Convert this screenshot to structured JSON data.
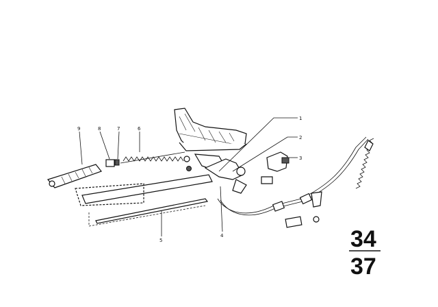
{
  "callouts": [
    {
      "id": "c1",
      "label": "1"
    },
    {
      "id": "c2",
      "label": "2"
    },
    {
      "id": "c3",
      "label": "3"
    },
    {
      "id": "c4",
      "label": "4"
    },
    {
      "id": "c5",
      "label": "5"
    },
    {
      "id": "c6",
      "label": "6"
    },
    {
      "id": "c7",
      "label": "7"
    },
    {
      "id": "c8",
      "label": "8"
    },
    {
      "id": "c9",
      "label": "9"
    }
  ],
  "reference": {
    "top": "34",
    "bottom": "37"
  }
}
